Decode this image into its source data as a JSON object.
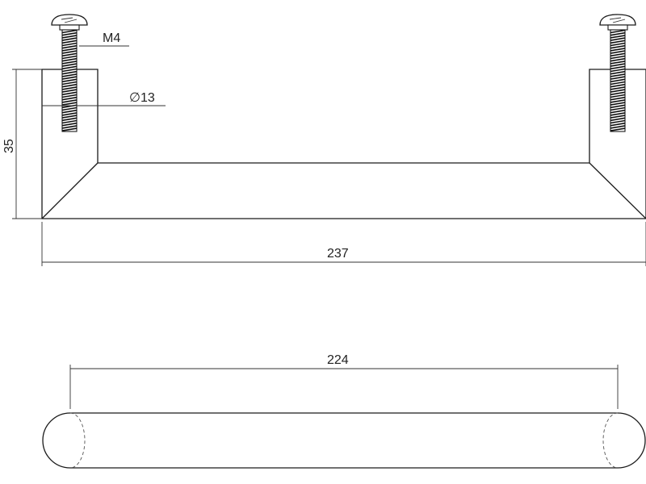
{
  "side_view": {
    "screw_thread_label": "M4",
    "diameter_label": "∅13",
    "height_label": "35",
    "length_label": "237"
  },
  "top_view": {
    "center_distance_label": "224"
  },
  "colors": {
    "line": "#1a1a1a",
    "background": "#ffffff"
  }
}
